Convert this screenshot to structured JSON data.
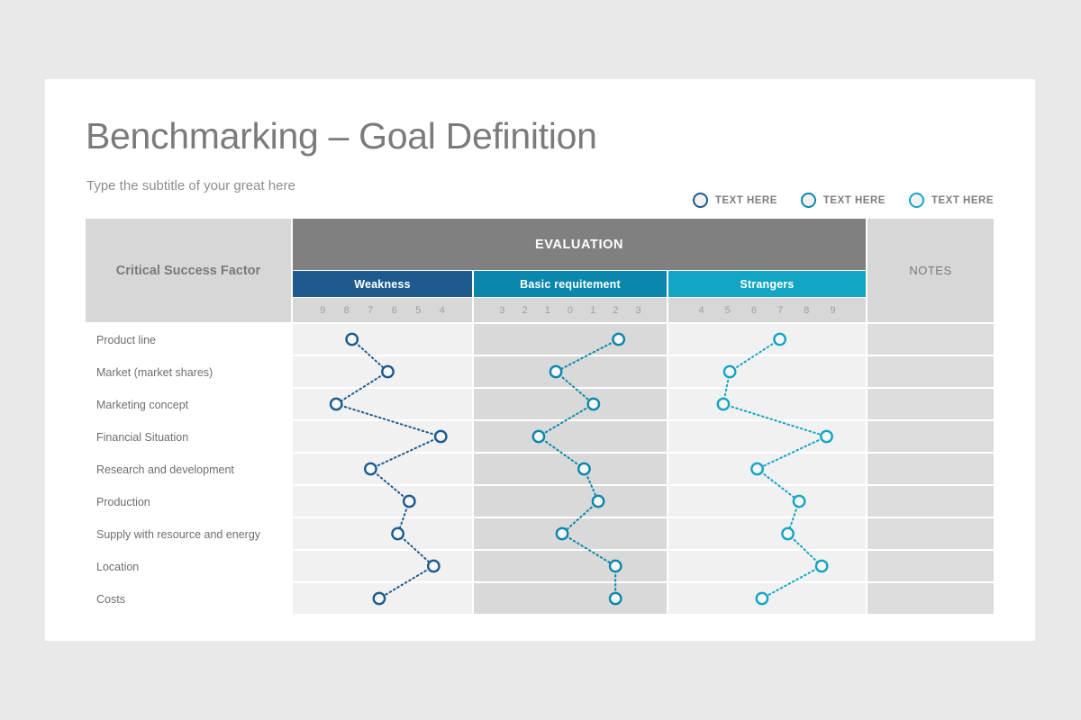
{
  "slide": {
    "title": "Benchmarking – Goal Definition",
    "subtitle": "Type the subtitle of your great here",
    "background_color": "#e9e9e9",
    "surface_color": "#ffffff"
  },
  "legend": {
    "items": [
      {
        "label": "TEXT HERE",
        "color": "#1d5b8e",
        "icon": "circle-outline-icon"
      },
      {
        "label": "TEXT HERE",
        "color": "#0b87ad",
        "icon": "circle-outline-icon"
      },
      {
        "label": "TEXT HERE",
        "color": "#13a6c4",
        "icon": "circle-outline-icon"
      }
    ]
  },
  "table": {
    "row_header_label": "Critical Success Factor",
    "group_header_label": "EVALUATION",
    "notes_header_label": "NOTES",
    "group_header_color": "#808080",
    "header_fill_color": "#d7d7d7",
    "row_light_color": "#f1f1f1",
    "row_dark_color": "#d9d9d9",
    "notes_cell_color": "#dcdcdc",
    "bands": [
      {
        "label": "Weakness",
        "color": "#1d5b8e",
        "ticks": [
          "9",
          "8",
          "7",
          "6",
          "5",
          "4"
        ]
      },
      {
        "label": "Basic requitement",
        "color": "#0b87ad",
        "ticks": [
          "3",
          "2",
          "1",
          "0",
          "1",
          "2",
          "3"
        ]
      },
      {
        "label": "Strangers",
        "color": "#13a6c4",
        "ticks": [
          "4",
          "5",
          "6",
          "7",
          "8",
          "9"
        ]
      }
    ],
    "rows": [
      "Product line",
      "Market (market shares)",
      "Marketing concept",
      "Financial Situation",
      "Research and development",
      "Production",
      "Supply with resource and energy",
      "Location",
      "Costs"
    ],
    "notes_values": [
      "",
      "",
      "",
      "",
      "",
      "",
      "",
      "",
      ""
    ]
  },
  "chart_data": {
    "type": "line",
    "title": "Benchmarking – Goal Definition",
    "xlabel": "",
    "ylabel": "Critical Success Factor",
    "grid": false,
    "legend_position": "top-right",
    "categories": [
      "Product line",
      "Market (market shares)",
      "Marketing concept",
      "Financial Situation",
      "Research and development",
      "Production",
      "Supply with resource and energy",
      "Location",
      "Costs"
    ],
    "series": [
      {
        "name": "Weakness",
        "color": "#1d5b8e",
        "scale_ticks": [
          "9",
          "8",
          "7",
          "6",
          "5",
          "4"
        ],
        "values": [
          8,
          6,
          9,
          4,
          7,
          5,
          6,
          4,
          7
        ],
        "x_fraction": [
          0.3,
          0.55,
          0.19,
          0.92,
          0.43,
          0.7,
          0.62,
          0.87,
          0.49
        ]
      },
      {
        "name": "Basic requitement",
        "color": "#0b87ad",
        "scale_ticks": [
          "3",
          "2",
          "1",
          "0",
          "1",
          "2",
          "3"
        ],
        "values": [
          3,
          0,
          1,
          1,
          1,
          2,
          0,
          3,
          3
        ],
        "x_fraction": [
          0.82,
          0.42,
          0.66,
          0.31,
          0.6,
          0.69,
          0.46,
          0.8,
          0.8
        ]
      },
      {
        "name": "Strangers",
        "color": "#13a6c4",
        "scale_ticks": [
          "4",
          "5",
          "6",
          "7",
          "8",
          "9"
        ],
        "values": [
          8,
          5,
          4,
          9,
          6,
          7,
          7,
          8,
          5
        ],
        "x_fraction": [
          0.59,
          0.28,
          0.24,
          0.88,
          0.45,
          0.71,
          0.64,
          0.85,
          0.48
        ]
      }
    ]
  }
}
